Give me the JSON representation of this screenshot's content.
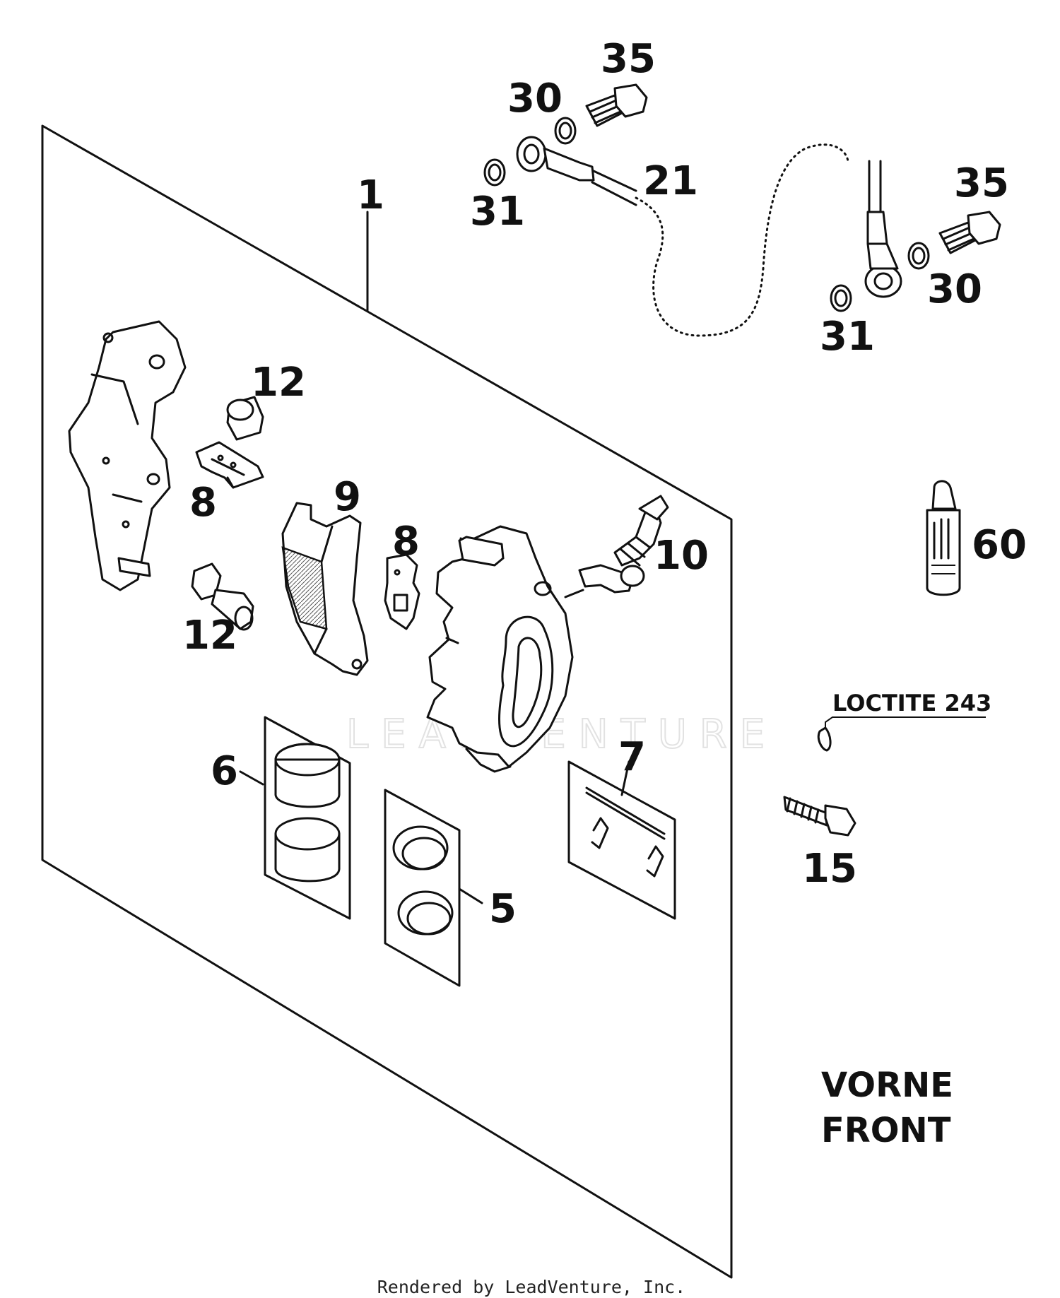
{
  "diagram": {
    "callouts": {
      "c1": "1",
      "c35a": "35",
      "c30a": "30",
      "c31a": "31",
      "c21": "21",
      "c35b": "35",
      "c30b": "30",
      "c31b": "31",
      "c12a": "12",
      "c8a": "8",
      "c9": "9",
      "c8b": "8",
      "c10": "10",
      "c60": "60",
      "c12b": "12",
      "c6": "6",
      "c7": "7",
      "c5": "5",
      "c15": "15"
    },
    "loctite_note": "LOCTITE 243",
    "region_label_de": "VORNE",
    "region_label_en": "FRONT",
    "watermark": "LEADVENTURE",
    "footer": "Rendered by LeadVenture, Inc."
  },
  "colors": {
    "line": "#111111",
    "background": "#ffffff",
    "watermark": "#e2e2e2"
  }
}
